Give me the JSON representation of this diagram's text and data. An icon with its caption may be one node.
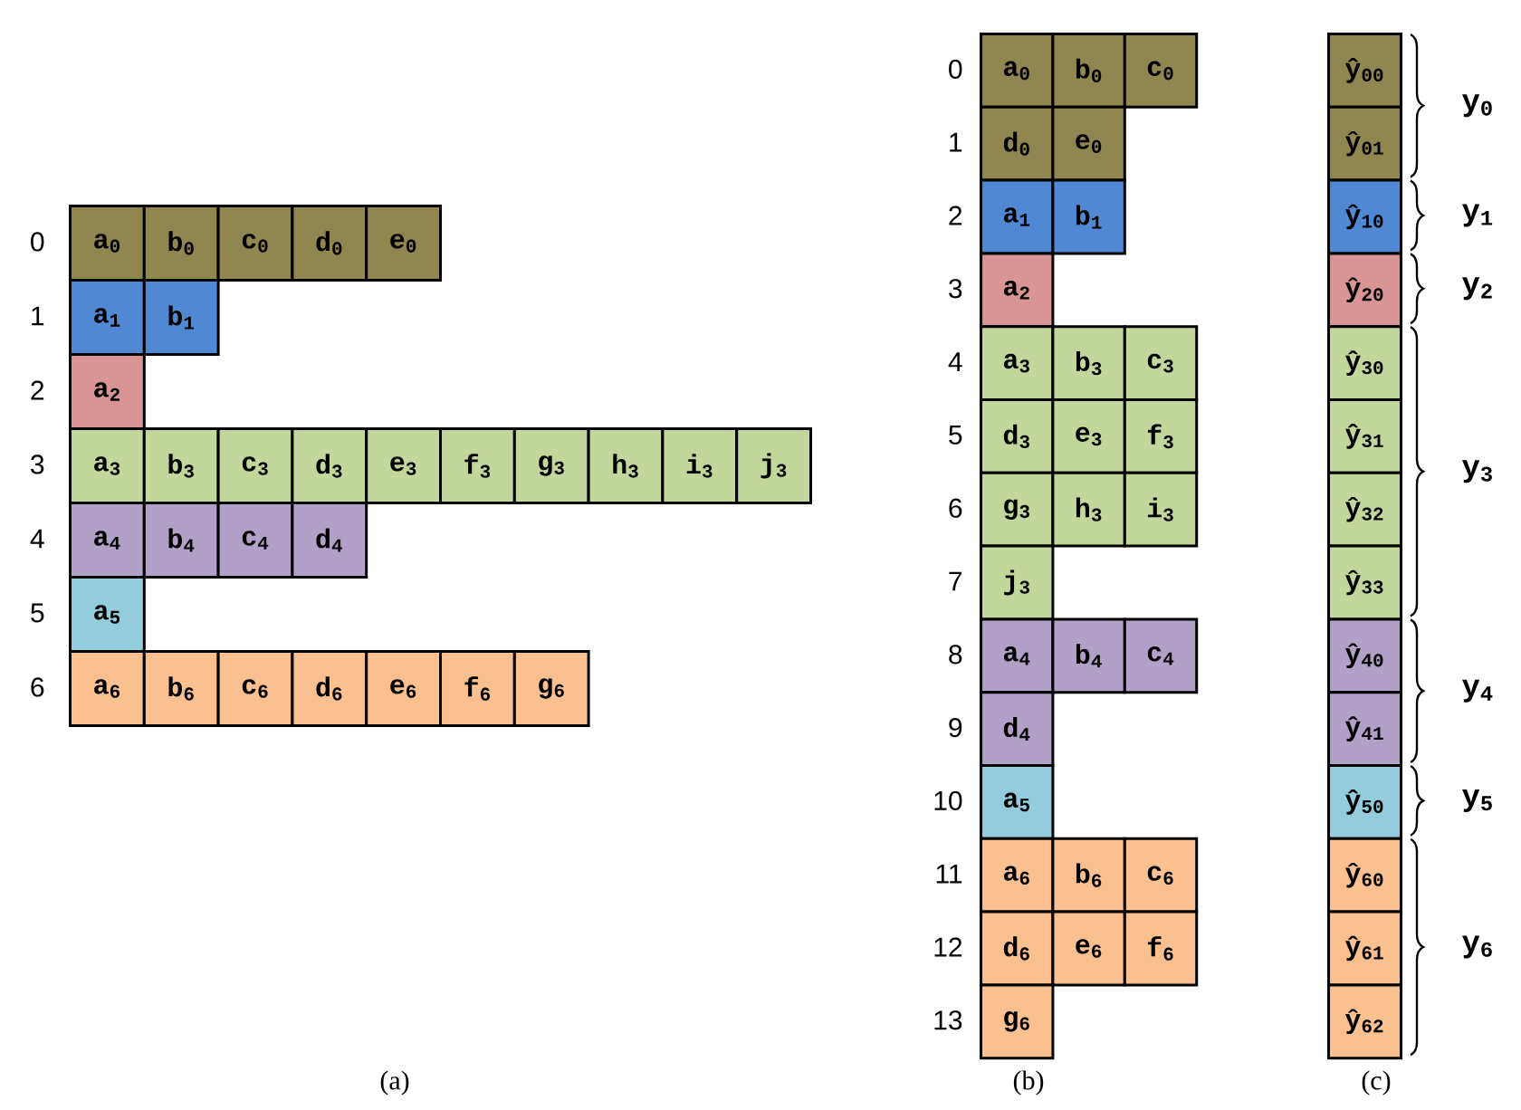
{
  "diagram": {
    "nodes": [
      {
        "text": [
          "a$_{0}$"
        ]
      },
      {
        "text": [
          "b$_{0}$"
        ]
      },
      {
        "text": [
          "c$_{0}$"
        ]
      },
      {
        "text": [
          "d$_{0}$"
        ]
      },
      {
        "text": [
          "e$_{0}$"
        ]
      },
      {
        "text": [
          "a$_{1}$"
        ]
      },
      {
        "text": [
          "b$_{1}$"
        ]
      },
      {
        "text": [
          "a$_{2}$"
        ]
      },
      {
        "text": [
          "a$_{3}$"
        ]
      },
      {
        "text": [
          "b$_{3}$"
        ]
      },
      {
        "text": [
          "c$_{3}$"
        ]
      },
      {
        "text": [
          "d$_{3}$"
        ]
      },
      {
        "text": [
          "e$_{3}$"
        ]
      },
      {
        "text": [
          "f$_{3}$"
        ]
      },
      {
        "text": [
          "g$_{3}$"
        ]
      },
      {
        "text": [
          "h$_{3}$"
        ]
      },
      {
        "text": [
          "i$_{3}$"
        ]
      },
      {
        "text": [
          "j$_{3}$"
        ]
      },
      {
        "text": [
          "a$_{4}$"
        ]
      },
      {
        "text": [
          "b$_{4}$"
        ]
      },
      {
        "text": [
          "c$_{4}$"
        ]
      },
      {
        "text": [
          "d$_{4}$"
        ]
      },
      {
        "text": [
          "a$_{5}$"
        ]
      },
      {
        "text": [
          "a$_{6}$"
        ]
      },
      {
        "text": [
          "b$_{6}$"
        ]
      },
      {
        "text": [
          "c$_{6}$"
        ]
      },
      {
        "text": [
          "d$_{6}$"
        ]
      },
      {
        "text": [
          "e$_{6}$"
        ]
      },
      {
        "text": [
          "f$_{6}$"
        ]
      },
      {
        "text": [
          "g$_{6}$"
        ]
      },
      {
        "text": [
          "a$_{0}$"
        ]
      },
      {
        "text": [
          "b$_{0}$"
        ]
      },
      {
        "text": [
          "c$_{0}$"
        ]
      },
      {
        "text": [
          "d$_{0}$"
        ]
      },
      {
        "text": [
          "e$_{0}$"
        ]
      },
      {
        "text": [
          "a$_{1}$"
        ]
      },
      {
        "text": [
          "b$_{1}$"
        ]
      },
      {
        "text": [
          "a$_{2}$"
        ]
      },
      {
        "text": [
          "a$_{3}$"
        ]
      },
      {
        "text": [
          "b$_{3}$"
        ]
      },
      {
        "text": [
          "c$_{3}$"
        ]
      },
      {
        "text": [
          "d$_{3}$"
        ]
      },
      {
        "text": [
          "e$_{3}$"
        ]
      },
      {
        "text": [
          "f$_{3}$"
        ]
      },
      {
        "text": [
          "g$_{3}$"
        ]
      },
      {
        "text": [
          "h$_{3}$"
        ]
      },
      {
        "text": [
          "i$_{3}$"
        ]
      },
      {
        "text": [
          "j$_{3}$"
        ]
      },
      {
        "text": [
          "a$_{4}$"
        ]
      },
      {
        "text": [
          "b$_{4}$"
        ]
      },
      {
        "text": [
          "c$_{4}$"
        ]
      },
      {
        "text": [
          "d$_{4}$"
        ]
      },
      {
        "text": [
          "a$_{5}$"
        ]
      },
      {
        "text": [
          "a$_{6}$"
        ]
      },
      {
        "text": [
          "b$_{6}$"
        ]
      },
      {
        "text": [
          "c$_{6}$"
        ]
      },
      {
        "text": [
          "d$_{6}$"
        ]
      },
      {
        "text": [
          "e$_{6}$"
        ]
      },
      {
        "text": [
          "f$_{6}$"
        ]
      },
      {
        "text": [
          "g$_{6}$"
        ]
      },
      {
        "text": [
          "ŷ$_{00}$"
        ]
      },
      {
        "text": [
          "ŷ$_{01}$"
        ]
      },
      {
        "text": [
          "ŷ$_{10}$"
        ]
      },
      {
        "text": [
          "ŷ$_{20}$"
        ]
      },
      {
        "text": [
          "ŷ$_{30}$"
        ]
      },
      {
        "text": [
          "ŷ$_{31}$"
        ]
      },
      {
        "text": [
          "ŷ$_{32}$"
        ]
      },
      {
        "text": [
          "ŷ$_{33}$"
        ]
      },
      {
        "text": [
          "ŷ$_{40}$"
        ]
      },
      {
        "text": [
          "ŷ$_{41}$"
        ]
      },
      {
        "text": [
          "ŷ$_{50}$"
        ]
      },
      {
        "text": [
          "ŷ$_{60}$"
        ]
      },
      {
        "text": [
          "ŷ$_{61}$"
        ]
      },
      {
        "text": [
          "ŷ$_{62}$"
        ]
      }
    ],
    "labels": [
      "0",
      "1",
      "2",
      "3",
      "4",
      "5",
      "6",
      "0",
      "1",
      "2",
      "3",
      "4",
      "5",
      "6",
      "7",
      "8",
      "9",
      "10",
      "11",
      "12",
      "13",
      "y$_{0}$",
      "y$_{1}$",
      "y$_{2}$",
      "y$_{3}$",
      "y$_{4}$",
      "y$_{5}$",
      "y$_{6}$",
      "(a)",
      "(b)",
      "(c)"
    ]
  }
}
